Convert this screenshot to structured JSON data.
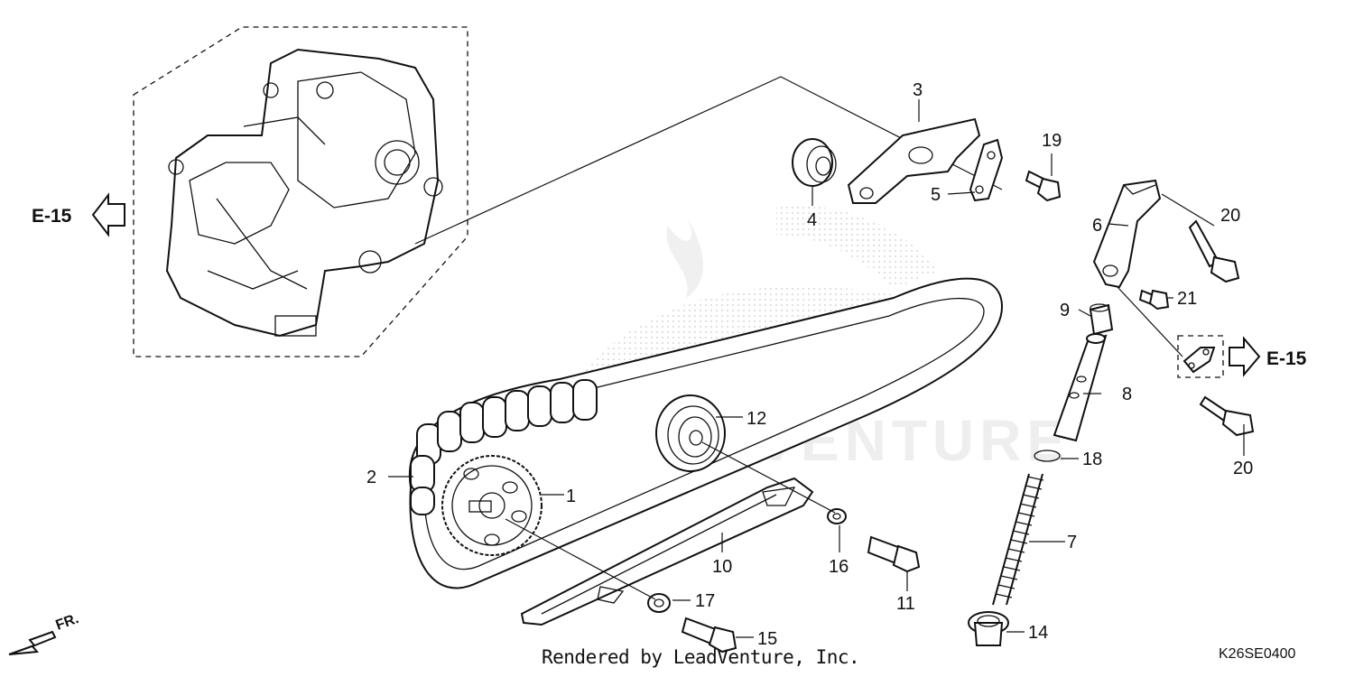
{
  "diagram": {
    "watermark": "LEADVENTURE",
    "credit": "Rendered by LeadVenture, Inc.",
    "diagram_code": "K26SE0400",
    "front_arrow_label": "FR.",
    "references": [
      {
        "id": "ref-left",
        "label": "E-15"
      },
      {
        "id": "ref-right",
        "label": "E-15"
      }
    ],
    "callouts": [
      {
        "id": "c1",
        "label": "1"
      },
      {
        "id": "c2",
        "label": "2"
      },
      {
        "id": "c3",
        "label": "3"
      },
      {
        "id": "c4",
        "label": "4"
      },
      {
        "id": "c5",
        "label": "5"
      },
      {
        "id": "c6",
        "label": "6"
      },
      {
        "id": "c7",
        "label": "7"
      },
      {
        "id": "c8",
        "label": "8"
      },
      {
        "id": "c9",
        "label": "9"
      },
      {
        "id": "c10",
        "label": "10"
      },
      {
        "id": "c11",
        "label": "11"
      },
      {
        "id": "c12",
        "label": "12"
      },
      {
        "id": "c14",
        "label": "14"
      },
      {
        "id": "c15",
        "label": "15"
      },
      {
        "id": "c16",
        "label": "16"
      },
      {
        "id": "c17",
        "label": "17"
      },
      {
        "id": "c18",
        "label": "18"
      },
      {
        "id": "c19",
        "label": "19"
      },
      {
        "id": "c20a",
        "label": "20"
      },
      {
        "id": "c20b",
        "label": "20"
      },
      {
        "id": "c21",
        "label": "21"
      }
    ]
  }
}
